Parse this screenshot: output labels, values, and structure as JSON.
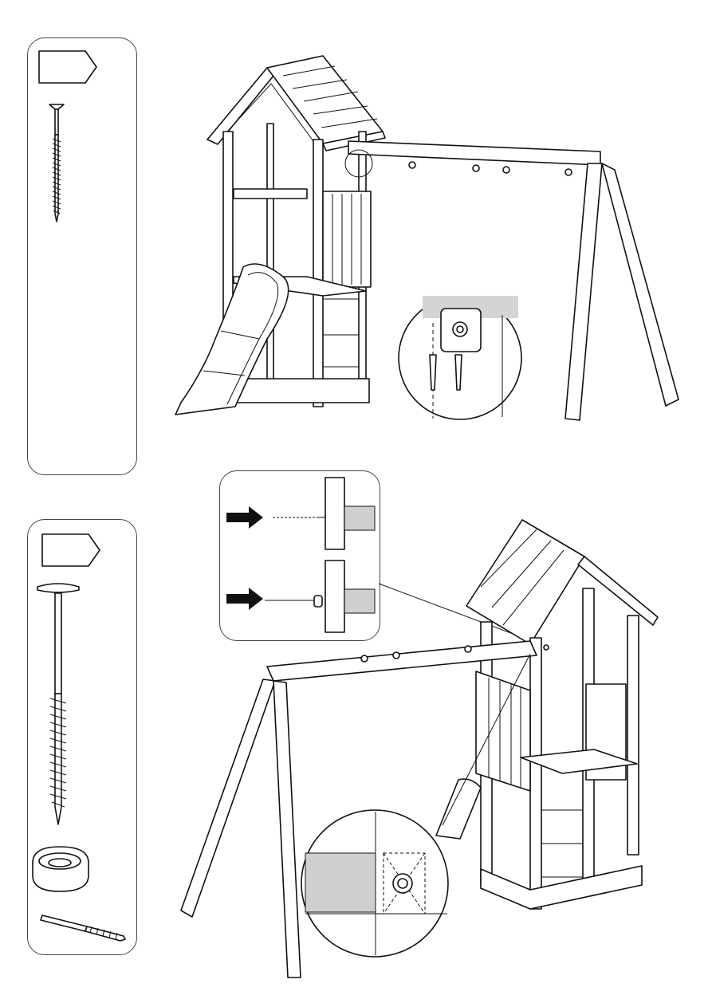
{
  "page": {
    "title": "",
    "steps": [
      {
        "id": "step-1",
        "tag_label": "",
        "parts": [
          "wood-screw"
        ]
      },
      {
        "id": "step-2",
        "tag_label": "",
        "parts": [
          "lag-bolt-with-washer",
          "cap-nut-cover",
          "drill-bit"
        ]
      }
    ]
  },
  "colors": {
    "line": "#111111",
    "panel_border": "#444444",
    "shade": "#cfcfcf"
  }
}
